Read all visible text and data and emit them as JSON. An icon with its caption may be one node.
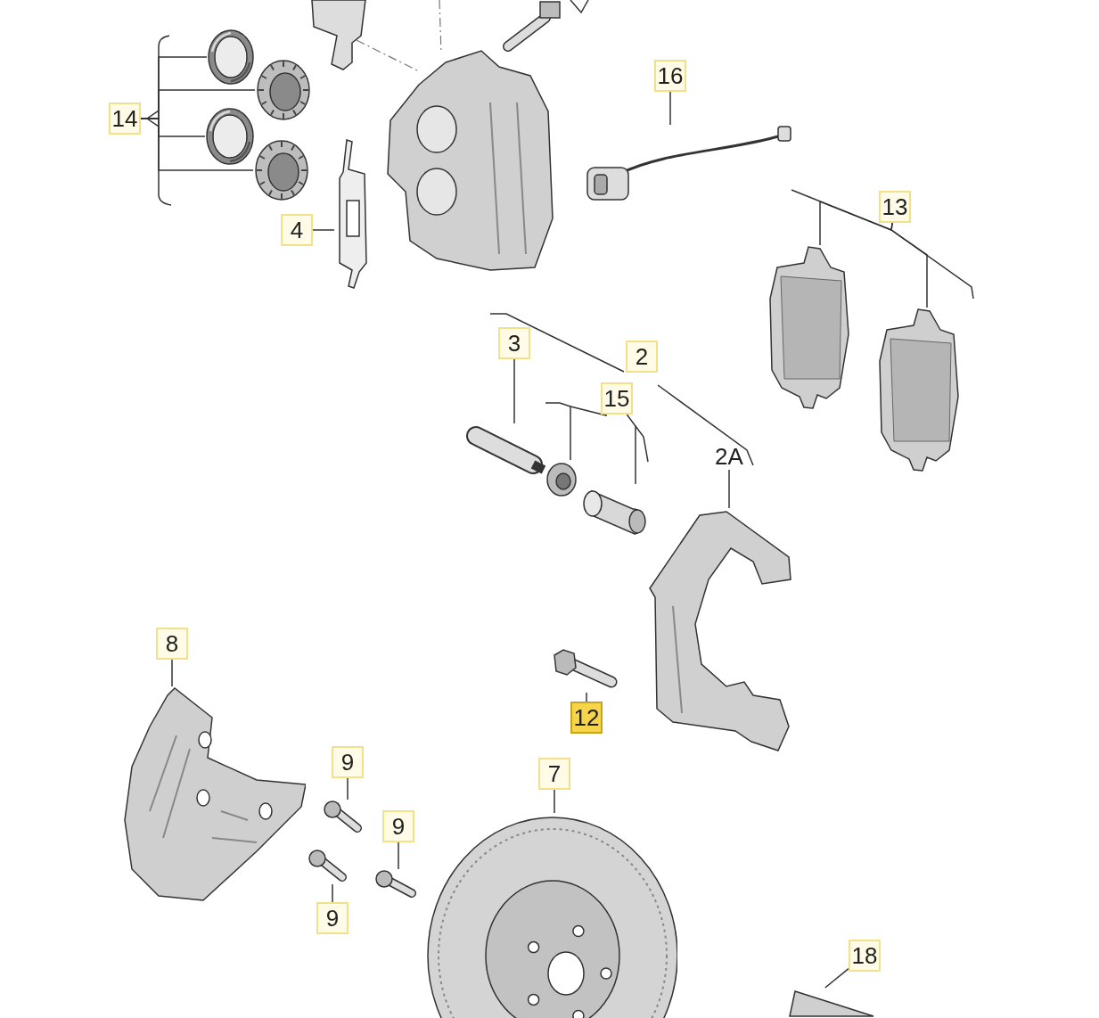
{
  "diagram": {
    "nodes": [
      {
        "text": [
          "14"
        ]
      },
      {
        "text": [],
        "shape": "picture"
      },
      {
        "text": [],
        "shape": "picture"
      },
      {
        "text": [],
        "shape": "picture"
      },
      {
        "text": [],
        "shape": "picture"
      },
      {
        "text": [
          "16"
        ]
      },
      {
        "text": [],
        "shape": "picture"
      },
      {
        "text": [
          "4"
        ]
      },
      {
        "text": [],
        "shape": "picture"
      },
      {
        "text": [
          "13"
        ]
      },
      {
        "text": [],
        "shape": "picture"
      },
      {
        "text": [],
        "shape": "picture"
      },
      {
        "text": [
          "3"
        ]
      },
      {
        "text": [],
        "shape": "picture"
      },
      {
        "text": [
          "15"
        ]
      },
      {
        "text": [],
        "shape": "picture"
      },
      {
        "text": [],
        "shape": "picture"
      },
      {
        "text": [
          "2A"
        ]
      },
      {
        "text": [],
        "shape": "picture"
      },
      {
        "text": [
          "8"
        ]
      },
      {
        "text": [],
        "shape": "picture"
      },
      {
        "text": [
          "12"
        ]
      },
      {
        "text": [],
        "shape": "picture"
      },
      {
        "text": [
          "9"
        ]
      },
      {
        "text": [],
        "shape": "picture"
      },
      {
        "text": [
          "9"
        ]
      },
      {
        "text": [],
        "shape": "picture"
      },
      {
        "text": [
          "9"
        ]
      },
      {
        "text": [],
        "shape": "picture"
      },
      {
        "text": [
          "7"
        ]
      },
      {
        "text": [],
        "shape": "picture"
      },
      {
        "text": [
          "18"
        ]
      },
      {
        "text": [],
        "shape": "picture"
      },
      {
        "text": [
          "2"
        ]
      }
    ],
    "edges": [
      {
        "from": 0,
        "to": 1,
        "arrow": "none"
      },
      {
        "from": 0,
        "to": 2,
        "arrow": "none"
      },
      {
        "from": 0,
        "to": 3,
        "arrow": "none"
      },
      {
        "from": 0,
        "to": 4,
        "arrow": "none"
      },
      {
        "from": 5,
        "to": 6,
        "arrow": "none"
      },
      {
        "from": 7,
        "to": 8,
        "arrow": "none"
      },
      {
        "from": 9,
        "to": 10,
        "arrow": "none"
      },
      {
        "from": 9,
        "to": 11,
        "arrow": "none"
      },
      {
        "from": 12,
        "to": 13,
        "arrow": "none"
      },
      {
        "from": 14,
        "to": 15,
        "arrow": "none"
      },
      {
        "from": 14,
        "to": 16,
        "arrow": "none"
      },
      {
        "from": 17,
        "to": 18,
        "arrow": "none"
      },
      {
        "from": 19,
        "to": 20,
        "arrow": "none"
      },
      {
        "from": 21,
        "to": 22,
        "arrow": "none"
      },
      {
        "from": 23,
        "to": 24,
        "arrow": "none"
      },
      {
        "from": 25,
        "to": 26,
        "arrow": "none"
      },
      {
        "from": 27,
        "to": 28,
        "arrow": "none"
      },
      {
        "from": 29,
        "to": 30,
        "arrow": "none"
      },
      {
        "from": 31,
        "to": 32,
        "arrow": "none"
      }
    ]
  }
}
